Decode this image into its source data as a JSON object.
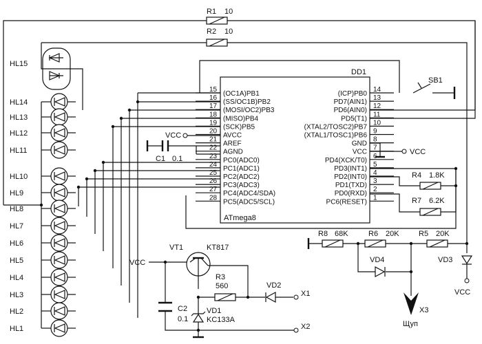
{
  "resistors": {
    "r1": {
      "name": "R1",
      "value": "10"
    },
    "r2": {
      "name": "R2",
      "value": "10"
    },
    "r3": {
      "name": "R3",
      "value": "560"
    },
    "r4": {
      "name": "R4",
      "value": "1.8K"
    },
    "r5": {
      "name": "R5",
      "value": "20K"
    },
    "r6": {
      "name": "R6",
      "value": "20K"
    },
    "r7": {
      "name": "R7",
      "value": "6.2K"
    },
    "r8": {
      "name": "R8",
      "value": "68K"
    }
  },
  "mcu": {
    "ref": "DD1",
    "part": "ATmega8",
    "left_pins": [
      {
        "num": "15",
        "name": "(OC1A)PB1"
      },
      {
        "num": "16",
        "name": "(SS/OC1B)PB2"
      },
      {
        "num": "17",
        "name": "(MOSI/OC2)PB3"
      },
      {
        "num": "18",
        "name": "(MISO)PB4"
      },
      {
        "num": "19",
        "name": "(SCK)PB5"
      },
      {
        "num": "20",
        "name": "AVCC"
      },
      {
        "num": "21",
        "name": "AREF"
      },
      {
        "num": "22",
        "name": "AGND"
      },
      {
        "num": "23",
        "name": "PC0(ADC0)"
      },
      {
        "num": "24",
        "name": "PC1(ADC1)"
      },
      {
        "num": "25",
        "name": "PC2(ADC2)"
      },
      {
        "num": "26",
        "name": "PC3(ADC3)"
      },
      {
        "num": "27",
        "name": "PC4(ADC4/SDA)"
      },
      {
        "num": "28",
        "name": "PC5(ADC5/SCL)"
      }
    ],
    "right_pins": [
      {
        "num": "14",
        "name": "(ICP)PB0"
      },
      {
        "num": "13",
        "name": "PD7(AIN1)"
      },
      {
        "num": "12",
        "name": "PD6(AIN0)"
      },
      {
        "num": "11",
        "name": "PD5(T1)"
      },
      {
        "num": "10",
        "name": "(XTAL2/TOSC2)PB7"
      },
      {
        "num": "9",
        "name": "(XTAL1/TOSC1)PB6"
      },
      {
        "num": "8",
        "name": "GND"
      },
      {
        "num": "7",
        "name": "VCC"
      },
      {
        "num": "6",
        "name": "PD4(XCK/T0)"
      },
      {
        "num": "5",
        "name": "PD3(INT1)"
      },
      {
        "num": "4",
        "name": "PD2(INT0)"
      },
      {
        "num": "3",
        "name": "PD1(TXD)"
      },
      {
        "num": "2",
        "name": "PD0(RXD)"
      },
      {
        "num": "1",
        "name": "PC6(RESET)"
      }
    ]
  },
  "leds": [
    "HL15",
    "HL14",
    "HL13",
    "HL12",
    "HL11",
    "HL10",
    "HL9",
    "HL8",
    "HL7",
    "HL6",
    "HL5",
    "HL4",
    "HL3",
    "HL2",
    "HL1"
  ],
  "labels": {
    "vcc_avcc": "VCC",
    "vcc_pin7": "VCC",
    "vcc_vd3": "VCC",
    "vcc_power": "VCC",
    "c1": "C1",
    "c1_value": "0.1",
    "c2": "C2",
    "c2_value": "0.1",
    "vt1": "VT1",
    "vt1_part": "KT817",
    "vd1": "VD1",
    "vd1_part": "KC133A",
    "vd2": "VD2",
    "vd3": "VD3",
    "vd4": "VD4",
    "sb1": "SB1",
    "x1": "X1",
    "x2": "X2",
    "x3": "X3",
    "probe": "Щуп"
  }
}
